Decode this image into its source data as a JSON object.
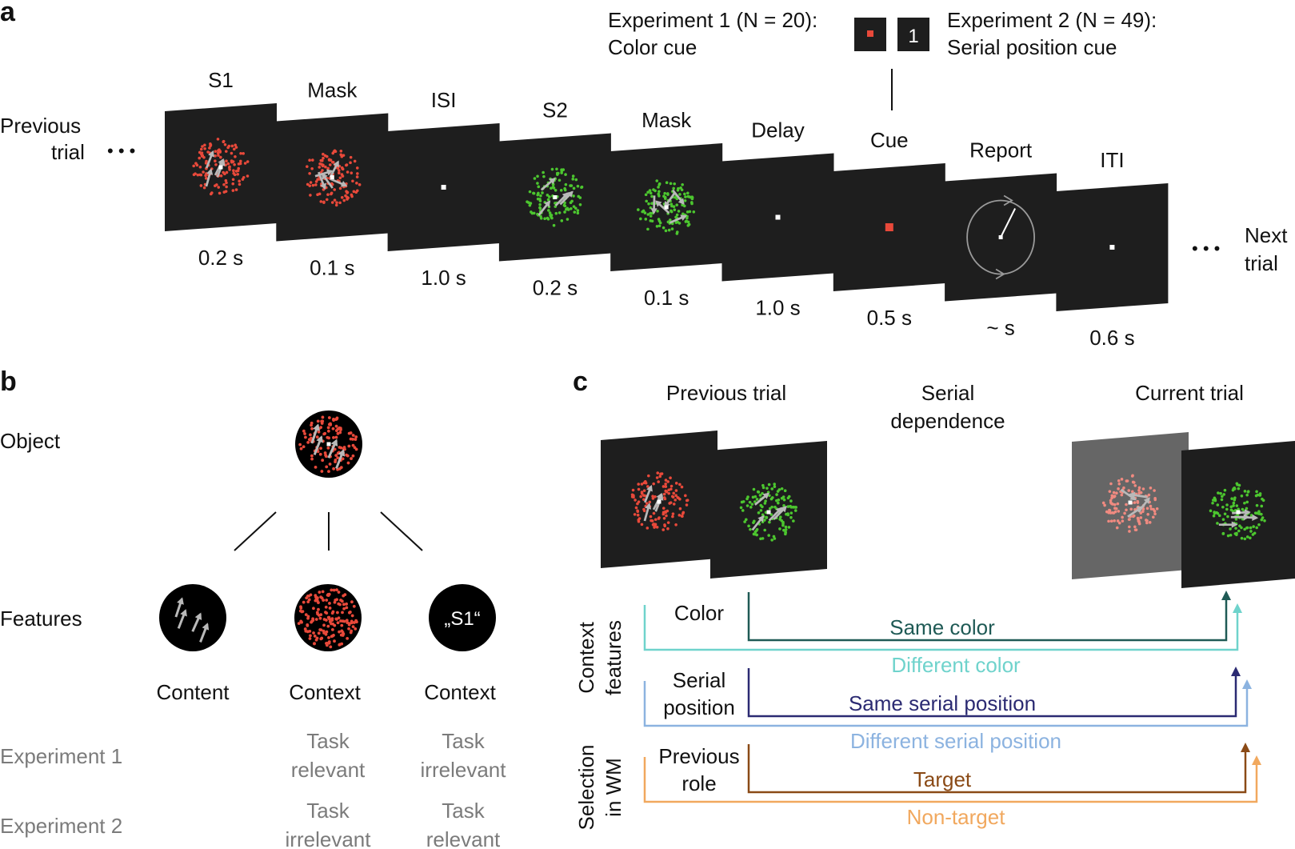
{
  "panels": {
    "a": "a",
    "b": "b",
    "c": "c"
  },
  "panel_a": {
    "previous_trial": [
      "Previous",
      "trial"
    ],
    "next_trial": [
      "Next",
      "trial"
    ],
    "ellipsis": "• • •",
    "cue_header": {
      "exp1_line1": "Experiment 1 (N = 20):",
      "exp1_line2": "Color cue",
      "exp2_line1": "Experiment 2 (N = 49):",
      "exp2_line2": "Serial position cue",
      "number_cue": "1"
    },
    "frames": [
      {
        "label": "S1",
        "duration": "0.2 s",
        "content": "red-arrows"
      },
      {
        "label": "Mask",
        "duration": "0.1 s",
        "content": "red-mask"
      },
      {
        "label": "ISI",
        "duration": "1.0 s",
        "content": "fixation"
      },
      {
        "label": "S2",
        "duration": "0.2 s",
        "content": "green-arrows"
      },
      {
        "label": "Mask",
        "duration": "0.1 s",
        "content": "green-mask"
      },
      {
        "label": "Delay",
        "duration": "1.0 s",
        "content": "fixation"
      },
      {
        "label": "Cue",
        "duration": "0.5 s",
        "content": "red-cue"
      },
      {
        "label": "Report",
        "duration": "~ s",
        "content": "report"
      },
      {
        "label": "ITI",
        "duration": "0.6 s",
        "content": "fixation"
      }
    ]
  },
  "panel_b": {
    "object_label": "Object",
    "features_label": "Features",
    "feature_s1_text": "„S1“",
    "columns": [
      "Content",
      "Context",
      "Context"
    ],
    "experiment1": {
      "label": "Experiment 1",
      "col2": [
        "Task",
        "relevant"
      ],
      "col3": [
        "Task",
        "irrelevant"
      ]
    },
    "experiment2": {
      "label": "Experiment 2",
      "col2": [
        "Task",
        "irrelevant"
      ],
      "col3": [
        "Task",
        "relevant"
      ]
    }
  },
  "panel_c": {
    "previous_trial": "Previous trial",
    "serial_dependence": [
      "Serial",
      "dependence"
    ],
    "current_trial": "Current trial",
    "context_features": [
      "Context",
      "features"
    ],
    "selection_wm": [
      "Selection",
      "in WM"
    ],
    "rows": [
      {
        "left": [
          "Color"
        ],
        "same": "Same color",
        "diff": "Different color",
        "dark": "#1f5a55",
        "light": "#6fd3cc"
      },
      {
        "left": [
          "Serial",
          "position"
        ],
        "same": "Same serial position",
        "diff": "Different serial position",
        "dark": "#2b2a72",
        "light": "#8cb3e0"
      },
      {
        "left": [
          "Previous",
          "role"
        ],
        "same": "Target",
        "diff": "Non-target",
        "dark": "#8a4a16",
        "light": "#f1a85e"
      }
    ]
  },
  "colors": {
    "red_dot": "#e8493a",
    "green_dot": "#4cc62f",
    "screen": "#1e1e1e",
    "grey_screen": "#666666",
    "arrow": "#b9b9b9"
  }
}
